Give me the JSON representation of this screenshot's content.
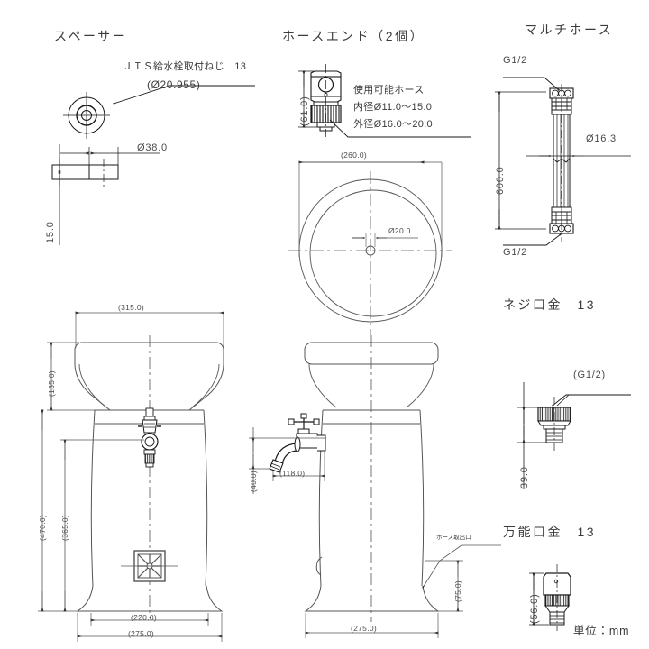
{
  "document": {
    "type": "engineering-drawing",
    "unit_note": "単位：mm",
    "line_color": "#1a1a1a",
    "thin_color": "#555555",
    "text_color": "#3b3b3b"
  },
  "sections": {
    "spacer": {
      "title": "スペーサー",
      "callout_line1": "ＪＩＳ給水栓取付ねじ　13",
      "callout_line2": "(Ø20.955)",
      "dim_diameter": "Ø38.0",
      "dim_thickness": "15.0"
    },
    "hose_end": {
      "title": "ホースエンド（2個）",
      "dim_height": "(61.0)",
      "note_line1": "使用可能ホース",
      "note_line2": "内径Ø11.0〜15.0",
      "note_line3": "外径Ø16.0〜20.0"
    },
    "multi_hose": {
      "title": "マルチホース",
      "thread_top": "G1/2",
      "thread_bottom": "G1/2",
      "dim_length": "600.0",
      "dim_diameter": "Ø16.3"
    },
    "screw_fitting": {
      "title": "ネジ口金　13",
      "callout": "(G1/2)",
      "dim_height": "39.0"
    },
    "universal_fitting": {
      "title": "万能口金　13",
      "dim_height": "(56.0)"
    },
    "plan_view": {
      "dim_width": "(260.0)",
      "dim_hole": "Ø20.0"
    },
    "front_elevation": {
      "dim_top_width": "(315.0)",
      "dim_top_height": "(135.0)",
      "dim_overall_height": "(470.0)",
      "dim_body_height": "(365.0)",
      "dim_base_inner": "(220.0)",
      "dim_base_outer": "(275.0)"
    },
    "side_elevation": {
      "dim_spout_height": "(40.0)",
      "dim_spout_reach": "(118.0)",
      "dim_base_width": "(275.0)",
      "dim_outlet_height": "(75.0)",
      "label_outlet": "ホース取出口"
    }
  }
}
